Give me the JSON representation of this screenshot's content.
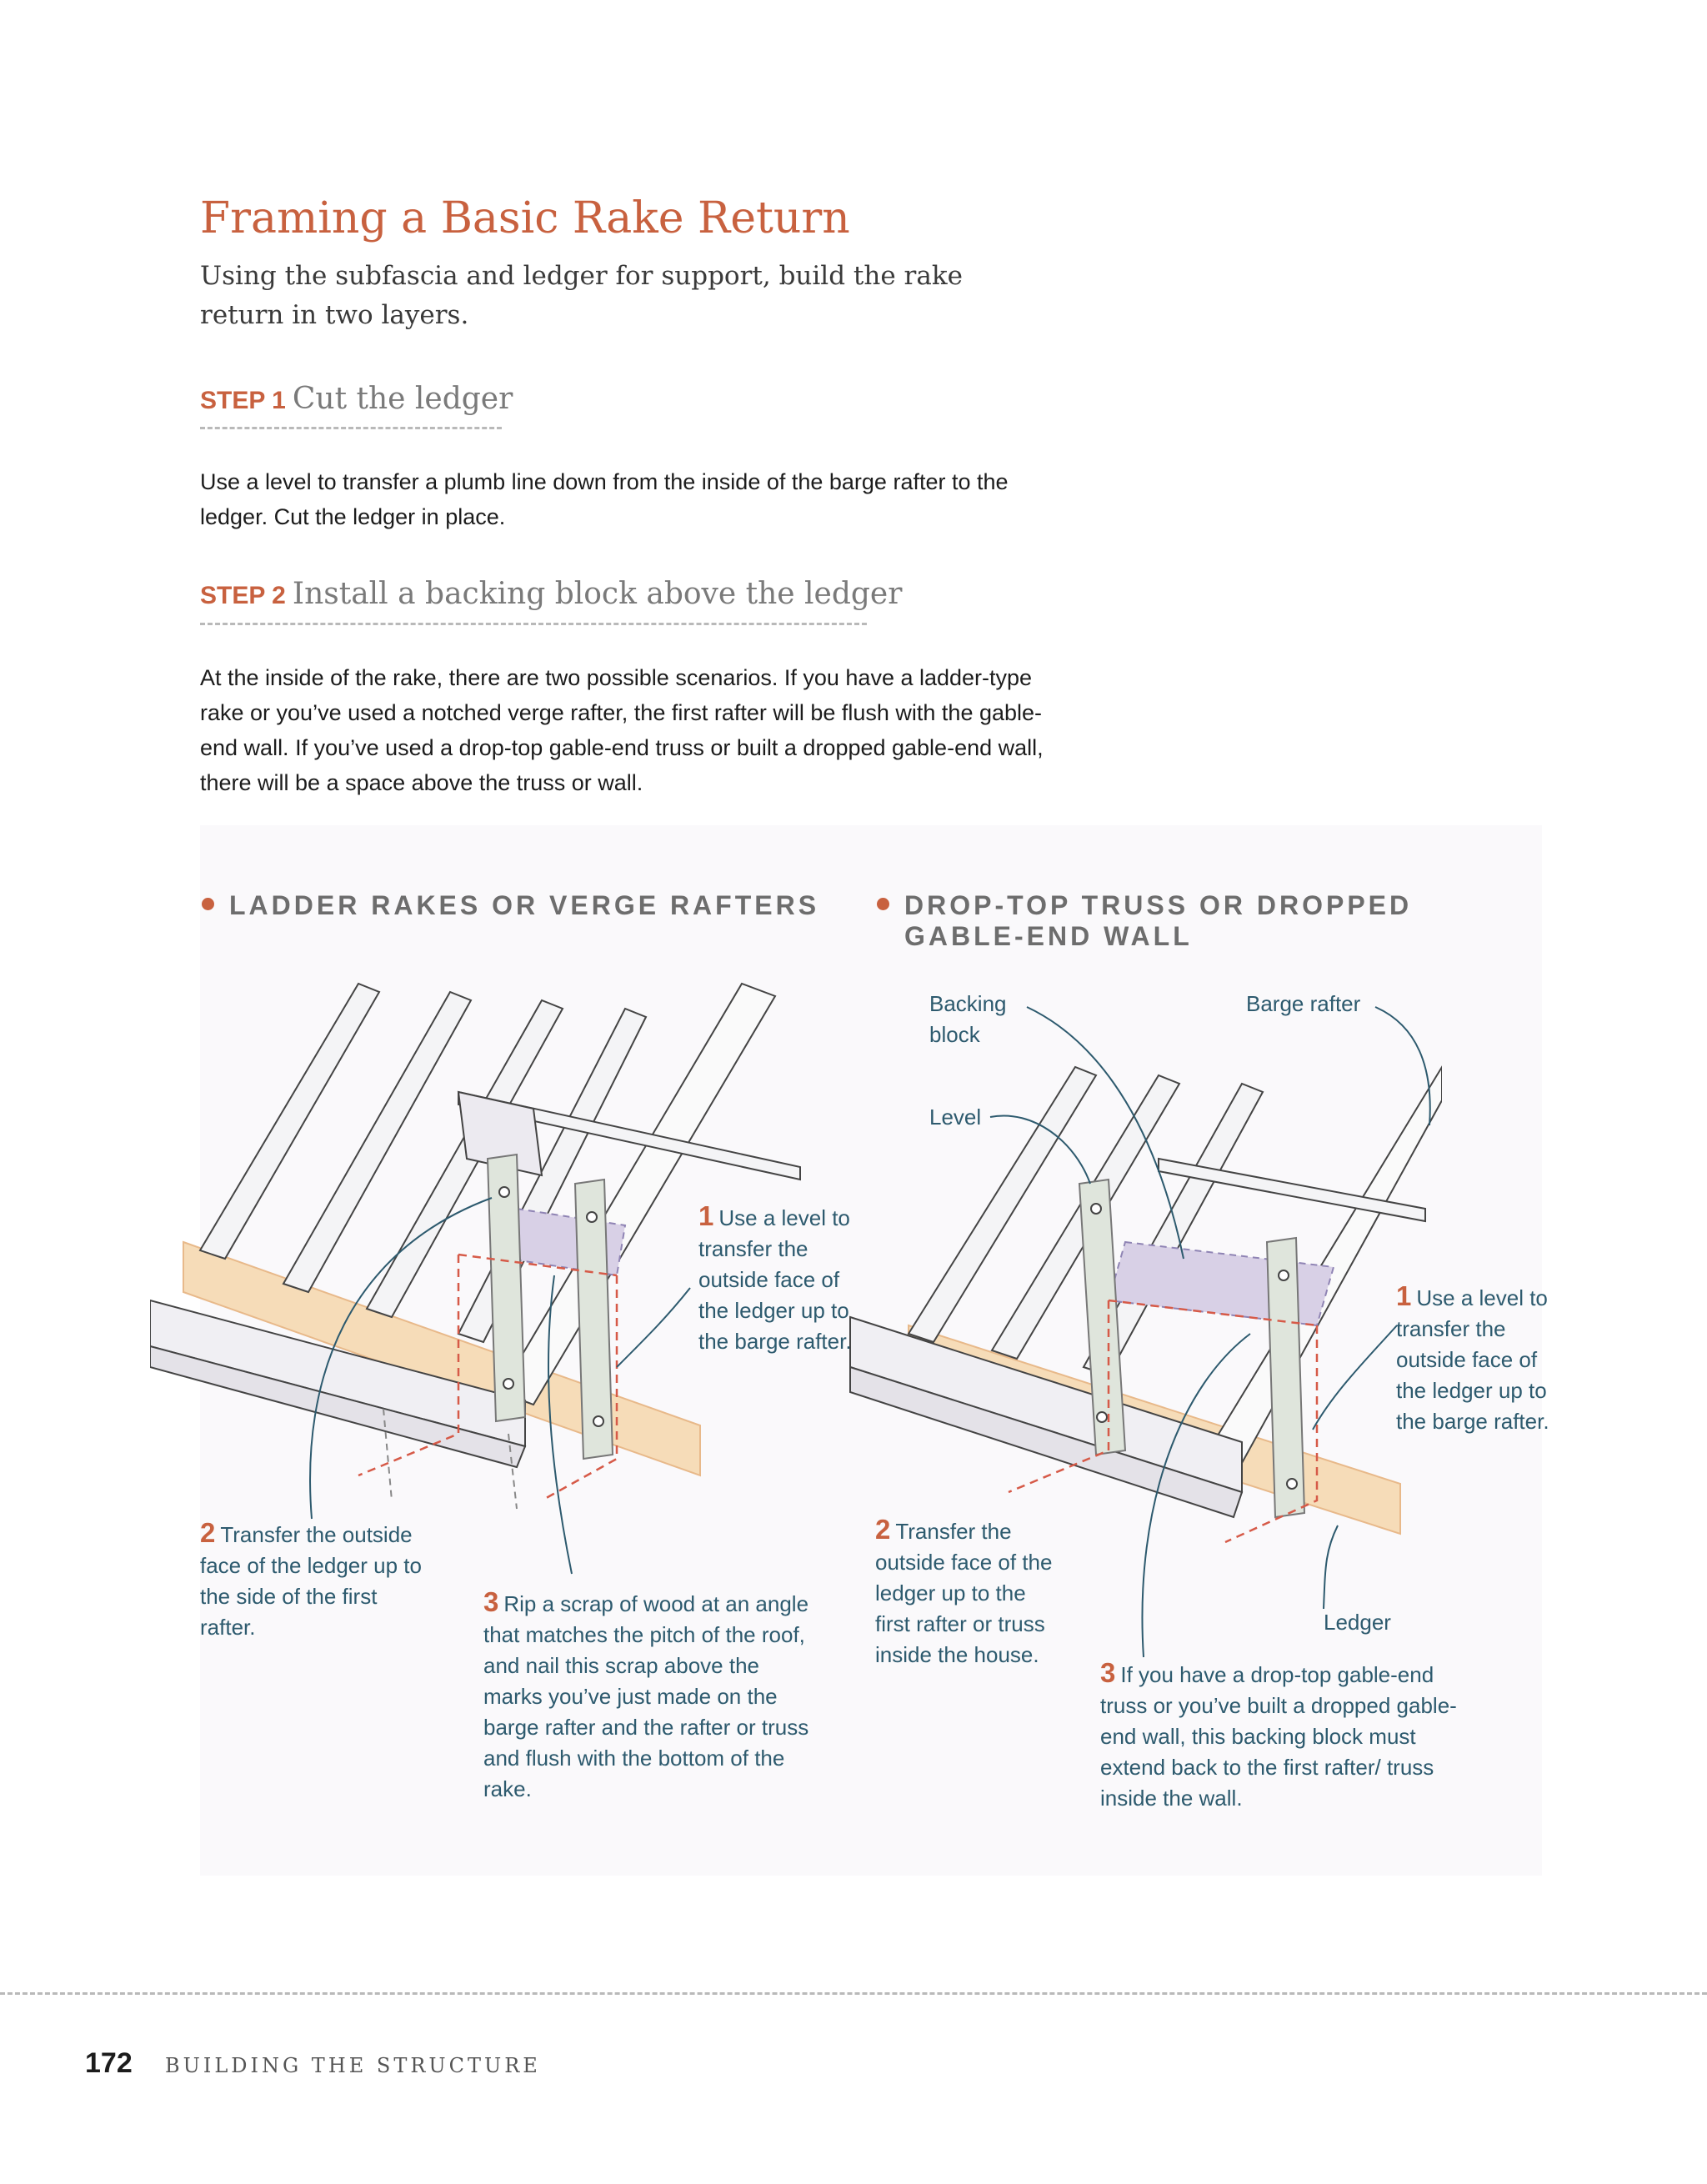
{
  "page": {
    "title": "Framing a Basic Rake Return",
    "intro": "Using the subfascia and ledger for support, build the rake return in two layers."
  },
  "steps": [
    {
      "label": "STEP 1",
      "heading": "Cut the ledger",
      "body": "Use a level to transfer a plumb line down from the inside of the barge rafter to the ledger. Cut the ledger in place."
    },
    {
      "label": "STEP 2",
      "heading": "Install a backing block above the ledger",
      "body": "At the inside of the rake, there are two possible scenarios. If you have a ladder-type rake or you’ve used a notched verge rafter, the first rafter will be flush with the gable-end wall. If you’ve used a drop-top gable-end truss or built a dropped gable-end wall, there will be a space above the truss or wall."
    }
  ],
  "left_figure": {
    "heading": "LADDER RAKES OR VERGE RAFTERS",
    "callouts": {
      "c1": {
        "num": "1",
        "text": "Use a level to transfer the outside face of the ledger up to the barge rafter."
      },
      "c2": {
        "num": "2",
        "text": "Transfer the outside face of the ledger up to the side of the first rafter."
      },
      "c3": {
        "num": "3",
        "text": "Rip a scrap of wood at an angle that matches the pitch of the roof, and nail this scrap above the marks you’ve just made on the barge rafter and the rafter or truss and flush with the bottom of the rake."
      }
    }
  },
  "right_figure": {
    "heading": "DROP-TOP TRUSS OR DROPPED GABLE-END WALL",
    "labels": {
      "backing_block": "Backing block",
      "barge_rafter": "Barge rafter",
      "level": "Level",
      "ledger": "Ledger"
    },
    "callouts": {
      "c1": {
        "num": "1",
        "text": "Use a level to transfer the outside face of the ledger up to the barge rafter."
      },
      "c2": {
        "num": "2",
        "text": "Transfer the outside face of the ledger up to the first rafter or truss inside the house."
      },
      "c3": {
        "num": "3",
        "text": "If you have a drop-top gable-end truss or you’ve built a dropped gable-end wall, this backing block must extend back to the first rafter/ truss inside the wall."
      }
    }
  },
  "footer": {
    "page_number": "172",
    "running_head": "BUILDING THE STRUCTURE"
  },
  "colors": {
    "accent": "#c8613f",
    "caption": "#2d5a6e",
    "ledger": "#f6dcb8",
    "level": "#dfe5dc",
    "block": "#d8d0e6"
  }
}
